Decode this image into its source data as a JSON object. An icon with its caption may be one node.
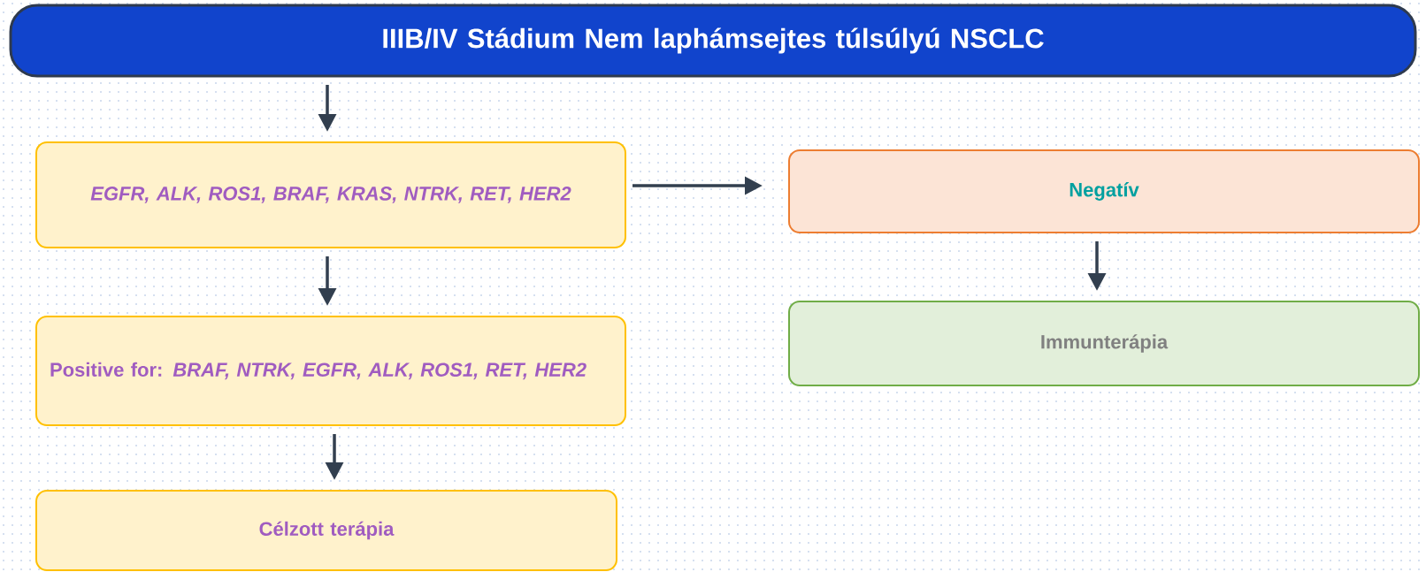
{
  "diagram": {
    "nodes": [
      {
        "text": [
          "IIIB/IV Stádium Nem laphámsejtes túlsúlyú  NSCLC"
        ]
      },
      {
        "text": [
          "EGFR, ALK, ROS1, BRAF, KRAS, NTRK, RET, HER2"
        ]
      },
      {
        "text": [
          "Negatív"
        ]
      },
      {
        "text": [
          "Immunterápia"
        ]
      },
      {
        "text": [
          "Positive for: *BRAF, NTRK, EGFR, ALK, ROS1, RET, HER2*"
        ]
      },
      {
        "text": [
          "Célzott terápia"
        ]
      }
    ],
    "edges": [
      {
        "from": 0,
        "to": 1,
        "arrow": "to"
      },
      {
        "from": 1,
        "to": 2,
        "arrow": "to"
      },
      {
        "from": 2,
        "to": 3,
        "arrow": "to"
      },
      {
        "from": 1,
        "to": 4,
        "arrow": "to"
      },
      {
        "from": 4,
        "to": 5,
        "arrow": "to"
      }
    ]
  }
}
